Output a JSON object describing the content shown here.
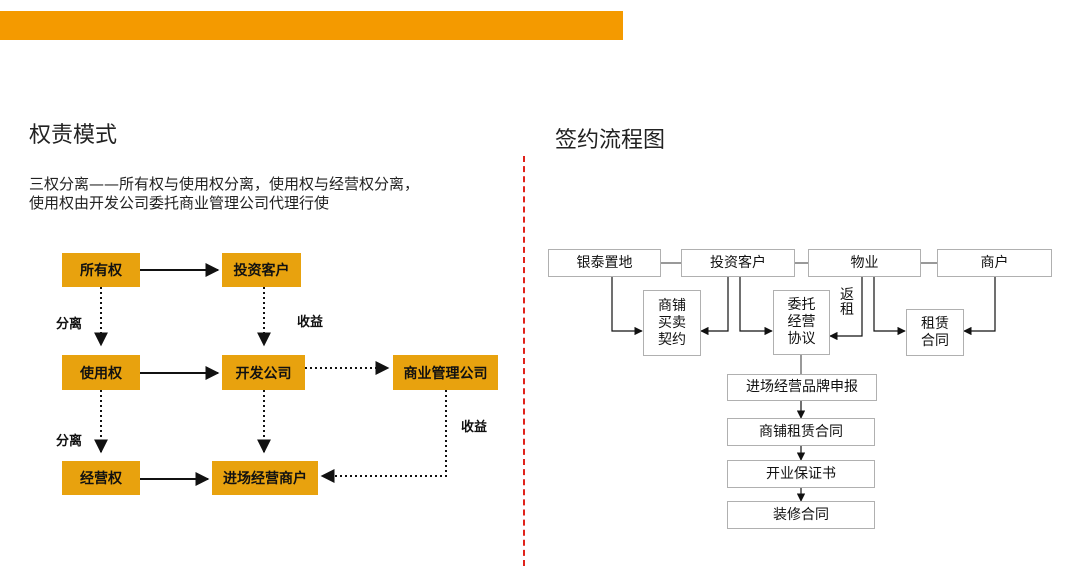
{
  "left": {
    "title": "权责模式",
    "desc_line1": "三权分离——所有权与使用权分离，使用权与经营权分离，",
    "desc_line2": "使用权由开发公司委托商业管理公司代理行使",
    "nodes": {
      "ownership": "所有权",
      "investor": "投资客户",
      "usage": "使用权",
      "developer": "开发公司",
      "management": "商业管理公司",
      "operation": "经营权",
      "merchant": "进场经营商户"
    },
    "labels": {
      "sep1": "分离",
      "sep2": "分离",
      "income1": "收益",
      "income2": "收益"
    }
  },
  "right": {
    "title": "签约流程图",
    "top_row": {
      "yintai": "银泰置地",
      "investor": "投资客户",
      "property": "物业",
      "merchant": "商户"
    },
    "mid_row": {
      "sale_l1": "商铺",
      "sale_l2": "买卖",
      "sale_l3": "契约",
      "entrust_l1": "委托",
      "entrust_l2": "经营",
      "entrust_l3": "协议",
      "return_rent": "返租",
      "lease_l1": "租赁",
      "lease_l2": "合同"
    },
    "steps": {
      "brand": "进场经营品牌申报",
      "lease": "商铺租赁合同",
      "guarantee": "开业保证书",
      "decoration": "装修合同"
    }
  },
  "colors": {
    "accent_orange": "#f49a00",
    "node_fill": "#e8a20e",
    "divider_red": "#e0221b"
  }
}
